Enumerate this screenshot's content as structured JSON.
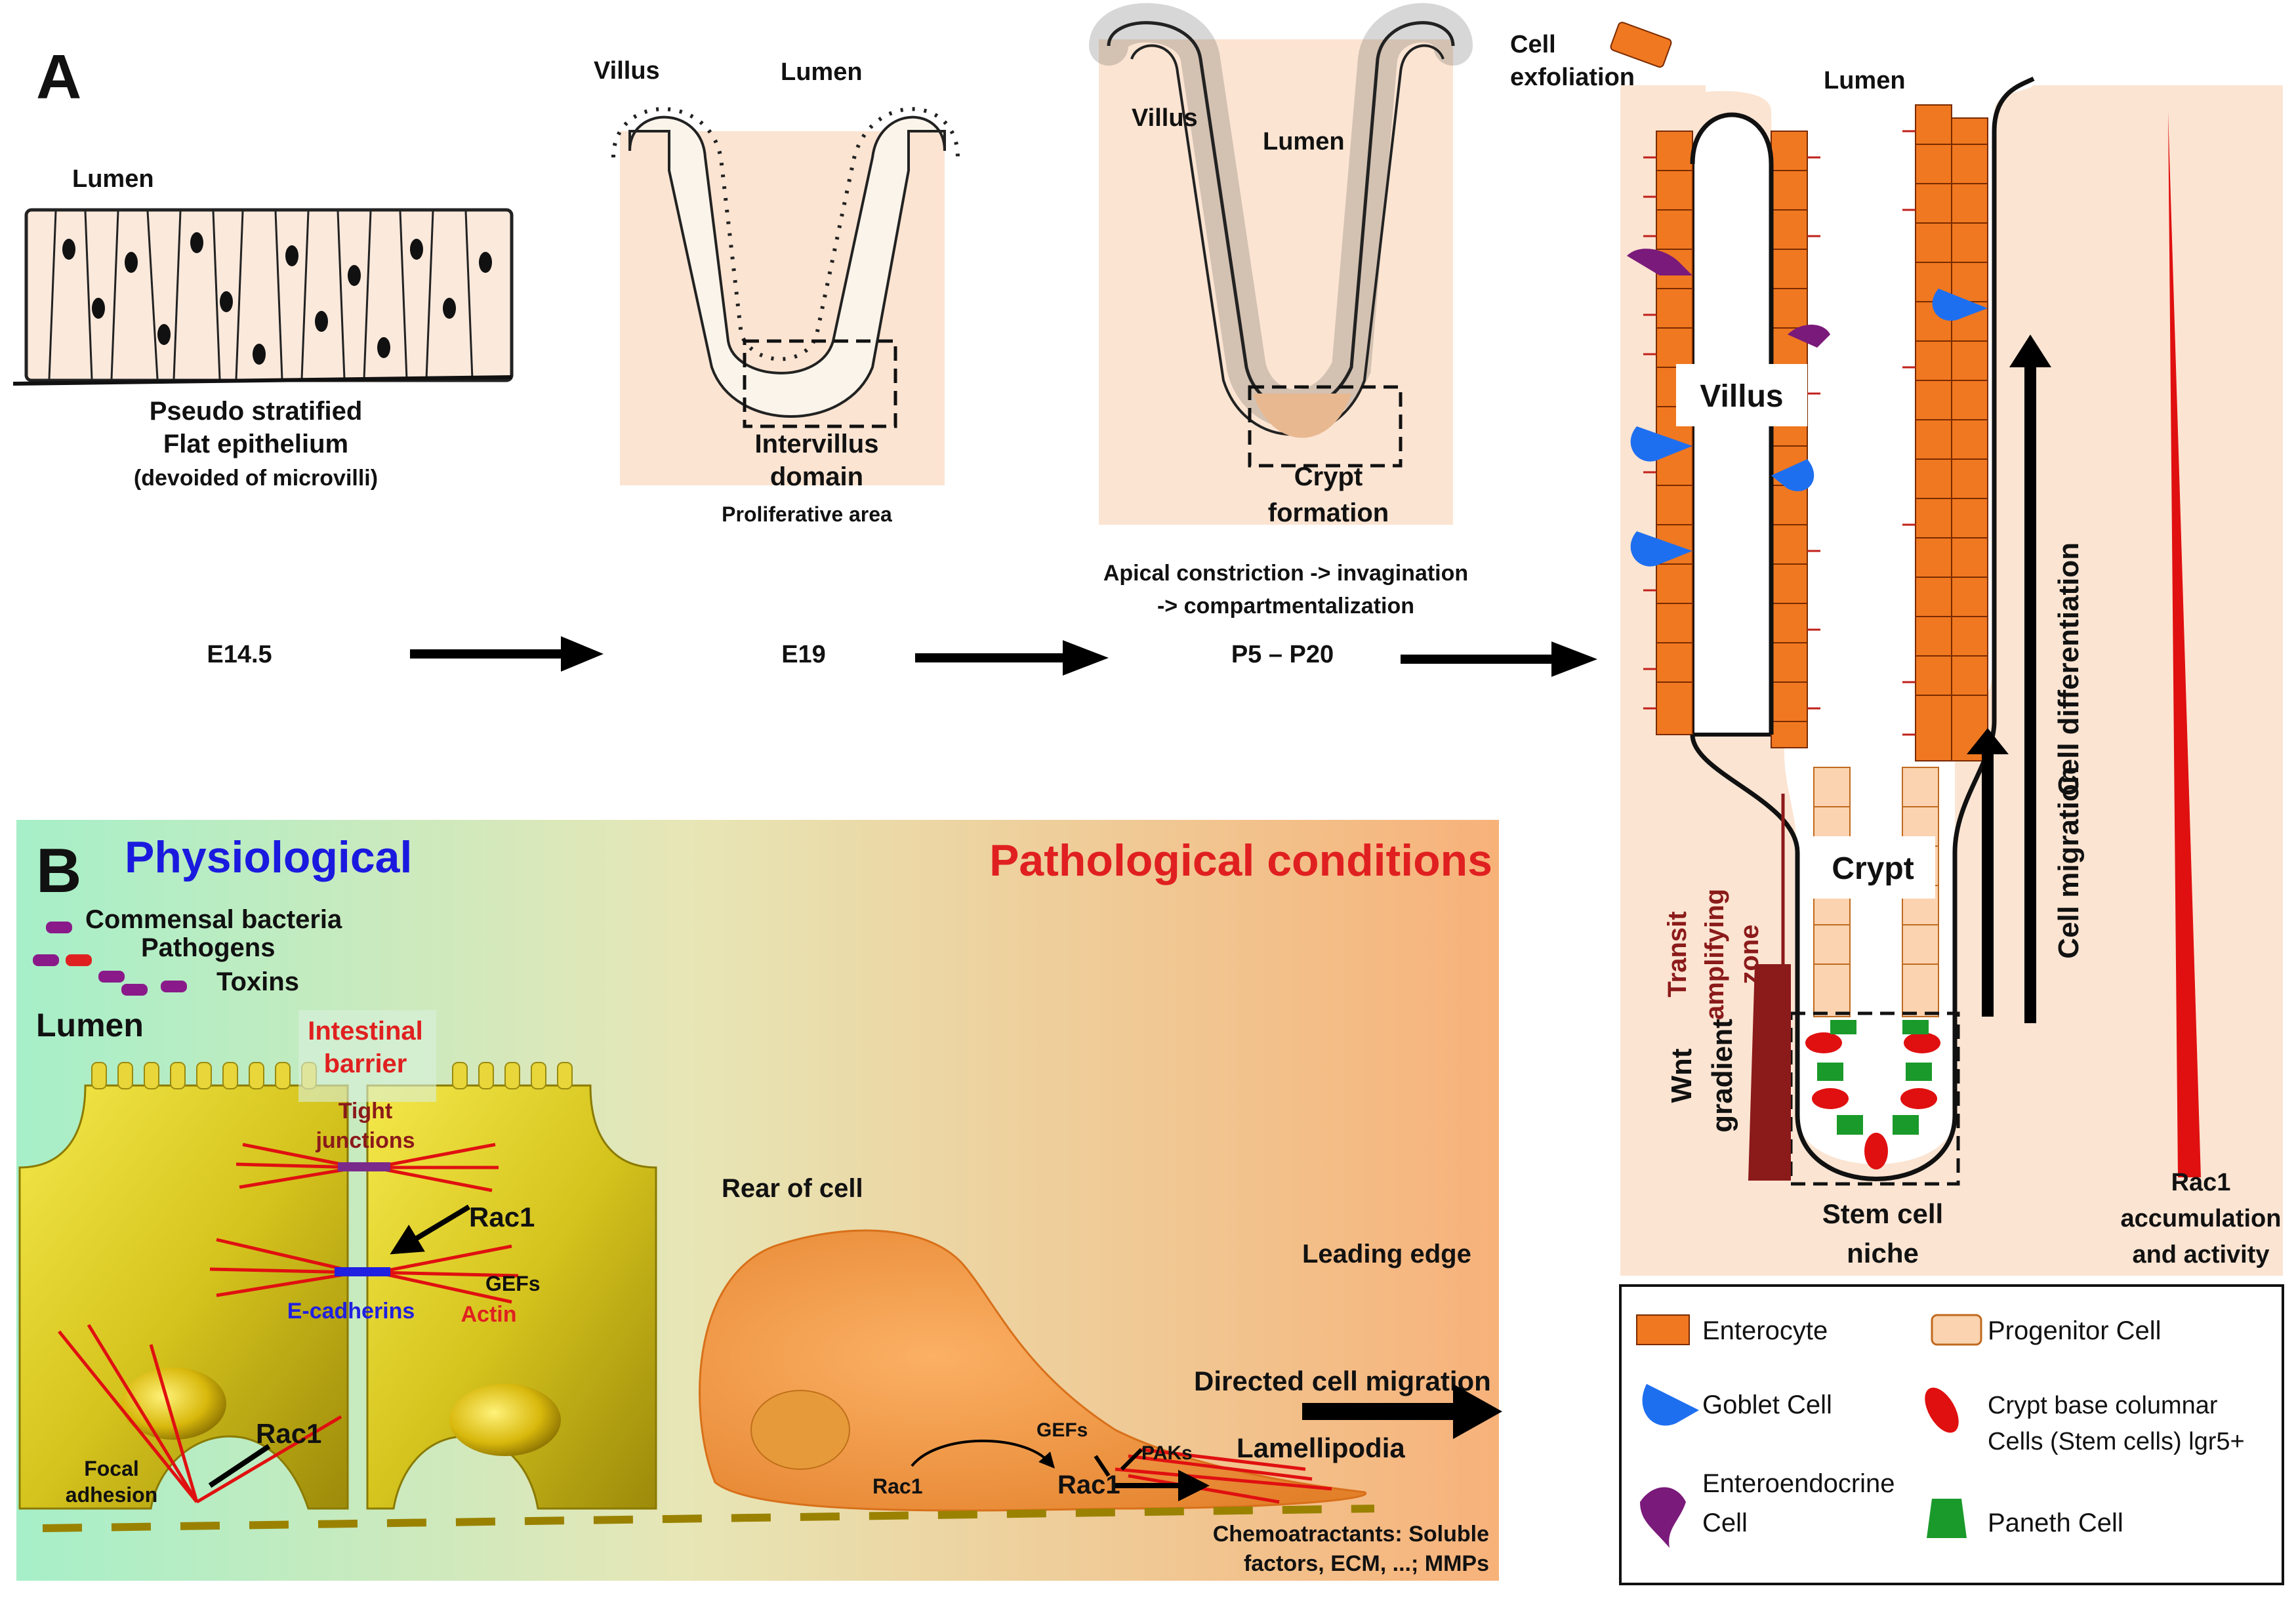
{
  "panel_a": {
    "letter": "A",
    "stage1": {
      "lumen": "Lumen",
      "caption_1": "Pseudo stratified",
      "caption_2": "Flat epithelium",
      "caption_3": "(devoided of microvilli)",
      "time": "E14.5"
    },
    "stage2": {
      "villus": "Villus",
      "lumen": "Lumen",
      "caption_1": "Intervillus",
      "caption_2": "domain",
      "caption_3": "Proliferative area",
      "time": "E19"
    },
    "stage3": {
      "villus": "Villus",
      "lumen": "Lumen",
      "caption_1": "Crypt",
      "caption_2": "formation",
      "process_1": "Apical constriction -> invagination",
      "process_2": "-> compartmentalization",
      "time": "P5 – P20"
    },
    "stage4": {
      "exfoliation_1": "Cell",
      "exfoliation_2": "exfoliation",
      "lumen": "Lumen",
      "villus": "Villus",
      "crypt": "Crypt",
      "transit_1": "Transit",
      "transit_2": "amplifying",
      "transit_3": "zone",
      "wnt_1": "Wnt",
      "wnt_2": "gradient",
      "niche_1": "Stem cell",
      "niche_2": "niche",
      "migration": "Cell migration",
      "differentiation": "Cell differentiation",
      "rac1_1": "Rac1",
      "rac1_2": "accumulation",
      "rac1_3": "and activity"
    },
    "legend": [
      {
        "label": "Enterocyte",
        "icon": "enterocyte-icon"
      },
      {
        "label": "Progenitor Cell",
        "icon": "progenitor-cell-icon"
      },
      {
        "label": "Goblet Cell",
        "icon": "goblet-cell-icon"
      },
      {
        "label_1": "Crypt base columnar",
        "label_2": "Cells (Stem cells) lgr5+",
        "icon": "stem-cell-icon"
      },
      {
        "label_1": "Enteroendocrine",
        "label_2": "Cell",
        "icon": "enteroendocrine-cell-icon"
      },
      {
        "label": "Paneth Cell",
        "icon": "paneth-cell-icon"
      }
    ]
  },
  "panel_b": {
    "letter": "B",
    "physiological": "Physiological",
    "pathological": "Pathological conditions",
    "commensal": "Commensal bacteria",
    "pathogens": "Pathogens",
    "toxins": "Toxins",
    "lumen": "Lumen",
    "barrier_1": "Intestinal",
    "barrier_2": "barrier",
    "tight_1": "Tight",
    "tight_2": "junctions",
    "rac1": "Rac1",
    "gefs": "GEFs",
    "ecadherins": "E-cadherins",
    "actin": "Actin",
    "focal_1": "Focal",
    "focal_2": "adhesion",
    "rear": "Rear of cell",
    "leading": "Leading edge",
    "directed": "Directed cell migration",
    "lamellipodia": "Lamellipodia",
    "paks": "PAKs",
    "chemo_1": "Chemoatractants: Soluble",
    "chemo_2": "factors, ECM, ...; MMPs"
  },
  "colors": {
    "physiological_text": "#1a1adf",
    "pathological_text": "#e02020",
    "enterocyte": "#f07820",
    "progenitor": "#fbd3b0",
    "goblet": "#1e6ff0",
    "enteroendocrine": "#7a1a7a",
    "stem": "#e01010",
    "paneth": "#1a9a2a",
    "tissue": "#fbe4d2",
    "cell_yellow": "#d8c21a",
    "gradient_left": "#a6efc8",
    "gradient_right": "#f7b27a"
  }
}
